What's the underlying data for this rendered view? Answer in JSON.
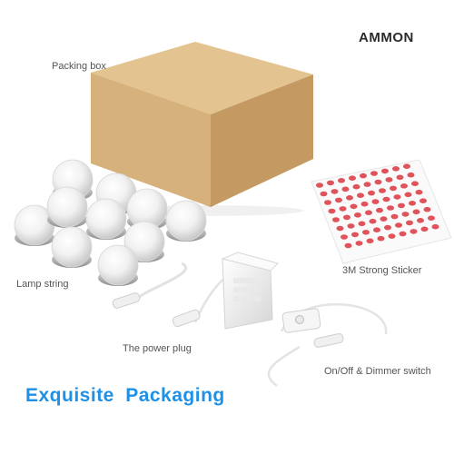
{
  "brand": "AMMON",
  "labels": {
    "packing_box": "Packing box",
    "lamp_string": "Lamp string",
    "sticker": "3M Strong Sticker",
    "power_plug": "The power plug",
    "switch": "On/Off & Dimmer switch"
  },
  "headline": "Exquisite  Packaging",
  "colors": {
    "headline": "#1e90e6",
    "box_top": "#e3c38f",
    "box_front": "#d7b17b",
    "box_side": "#c49a62",
    "sticker_dot": "#d9363e"
  },
  "bulb_count": 10
}
